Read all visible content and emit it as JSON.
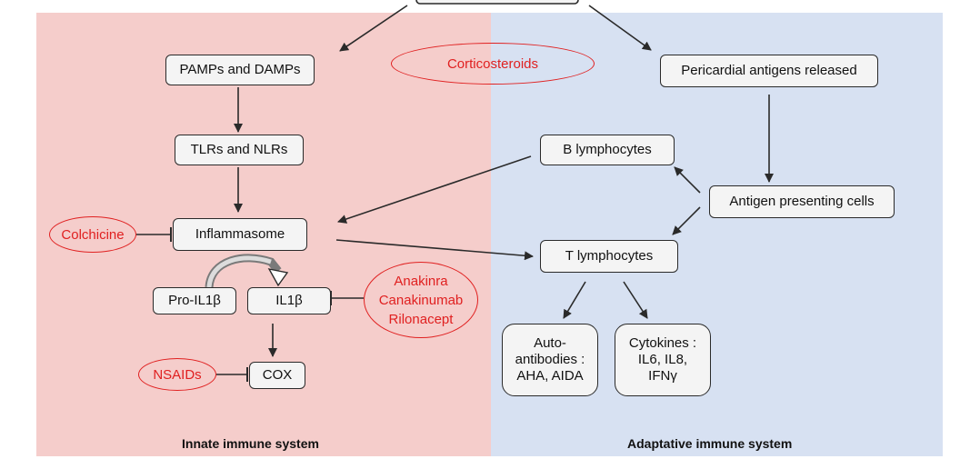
{
  "diagram": {
    "panels": {
      "innate": {
        "label": "Innate immune system",
        "color": "#f5cdcb"
      },
      "adaptive": {
        "label": "Adaptative immune system",
        "color": "#d7e1f2"
      }
    },
    "nodes": {
      "pamps": "PAMPs and DAMPs",
      "tlrs": "TLRs and NLRs",
      "inflammasome": "Inflammasome",
      "pro_il1b": "Pro-IL1β",
      "il1b": "IL1β",
      "cox": "COX",
      "pericardial": "Pericardial antigens released",
      "b_lymph": "B lymphocytes",
      "apc": "Antigen presenting cells",
      "t_lymph": "T lymphocytes",
      "autoantibodies": "Auto-\nantibodies :\nAHA, AIDA",
      "cytokines": "Cytokines :\nIL6, IL8,\nIFNγ"
    },
    "drugs": {
      "corticosteroids": "Corticosteroids",
      "colchicine": "Colchicine",
      "anakinra": "Anakinra\nCanakinumab\nRilonacept",
      "nsaids": "NSAIDs"
    },
    "colors": {
      "drug": "#e02020",
      "arrow": "#2a2a2a",
      "node_fill": "#f4f4f4"
    }
  }
}
